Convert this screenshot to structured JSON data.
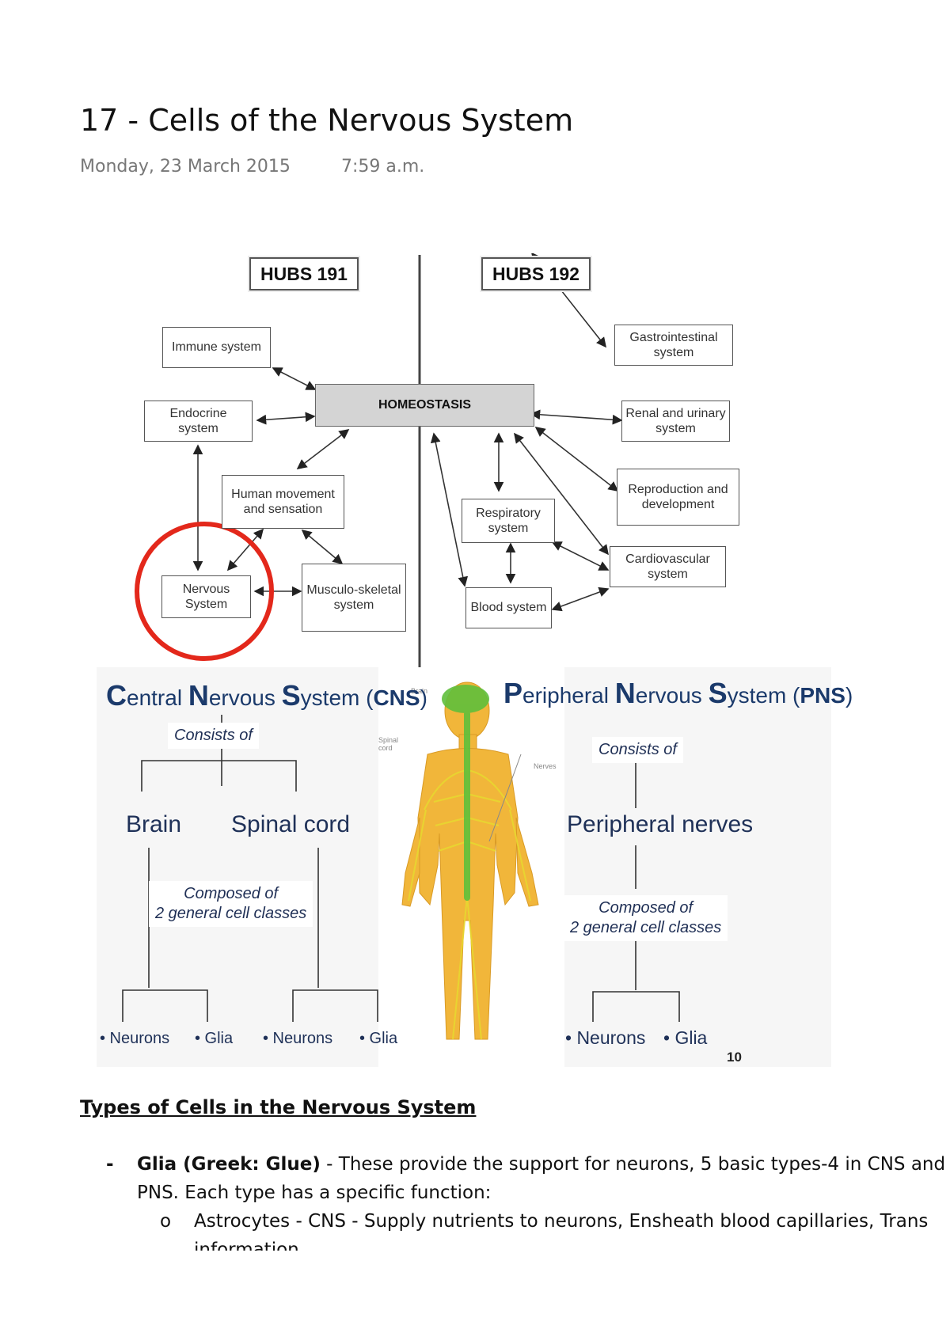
{
  "page": {
    "title": "17 - Cells of the Nervous System",
    "date": "Monday, 23 March 2015",
    "time": "7:59 a.m."
  },
  "concept_map": {
    "hub_left": "HUBS 191",
    "hub_right": "HUBS 192",
    "center": "HOMEOSTASIS",
    "left_systems": {
      "immune": "Immune system",
      "endocrine": "Endocrine system",
      "human_movement": "Human movement and sensation",
      "nervous": "Nervous System",
      "musculo": "Musculo-skeletal system"
    },
    "right_systems": {
      "gastro": "Gastrointestinal system",
      "renal": "Renal and urinary system",
      "reproduction": "Reproduction and development",
      "respiratory": "Respiratory system",
      "cardio": "Cardiovascular system",
      "blood": "Blood system"
    },
    "highlight_color": "#e3281b"
  },
  "nervous_figure": {
    "cns_title": {
      "c": "C",
      "rest1": "entral ",
      "n": "N",
      "rest2": "ervous ",
      "s": "S",
      "rest3": "ystem (",
      "abbr": "CNS",
      "close": ")"
    },
    "pns_title": {
      "p": "P",
      "rest1": "eripheral ",
      "n": "N",
      "rest2": "ervous ",
      "s": "S",
      "rest3": "ystem (",
      "abbr": "PNS",
      "close": ")"
    },
    "cns_consists": "Consists of",
    "pns_consists": "Consists of",
    "brain": "Brain",
    "spinal_cord": "Spinal cord",
    "peripheral_nerves": "Peripheral nerves",
    "cns_composed_line1": "Composed of",
    "cns_composed_line2": "2 general cell classes",
    "pns_composed_line1": "Composed of",
    "pns_composed_line2": "2 general cell classes",
    "leaves": [
      "• Neurons",
      "• Glia",
      "• Neurons",
      "• Glia",
      "• Neurons",
      "• Glia"
    ],
    "body_labels": {
      "brain": "Brain",
      "spinal": "Spinal cord",
      "nerves": "Nerves"
    },
    "slide_number": "10",
    "colors": {
      "title": "#1b3a6b",
      "body": "#f1b63a",
      "nerve": "#e8d830",
      "cns_green": "#5fbf3c"
    }
  },
  "notes": {
    "heading": "Types of Cells in the Nervous System",
    "bullet_dash": "-",
    "glia_bold": "Glia (Greek: Glue)",
    "glia_text": " - These provide the support for neurons, 5 basic types-4 in CNS and",
    "glia_text2": "PNS. Each type has a specific function:",
    "sub_bullet": "o",
    "astro_text": "Astrocytes - CNS - Supply nutrients to neurons, Ensheath blood capillaries, Trans",
    "astro_text2": "information"
  }
}
